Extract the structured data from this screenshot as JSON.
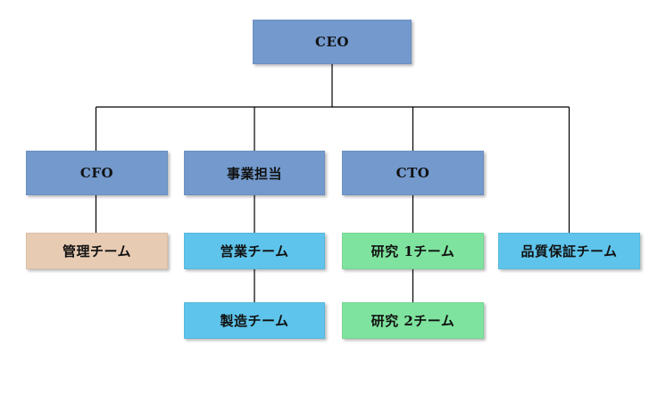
{
  "org_chart": {
    "ceo": {
      "label": "CEO",
      "color": "#7399cd"
    },
    "cfo": {
      "label": "CFO",
      "color": "#7399cd"
    },
    "business_head": {
      "label": "事業担当",
      "color": "#7399cd"
    },
    "cto": {
      "label": "CTO",
      "color": "#7399cd"
    },
    "admin_team": {
      "label": "管理チーム",
      "color": "#e7cbb3"
    },
    "sales_team": {
      "label": "営業チーム",
      "color": "#5ec4eb"
    },
    "manufacturing_team": {
      "label": "製造チーム",
      "color": "#5ec4eb"
    },
    "research_team_1": {
      "label": "研究 1チーム",
      "color": "#7ee39e"
    },
    "research_team_2": {
      "label": "研究 2チーム",
      "color": "#7ee39e"
    },
    "quality_assurance_team": {
      "label": "品質保証チーム",
      "color": "#5ec4eb"
    }
  }
}
